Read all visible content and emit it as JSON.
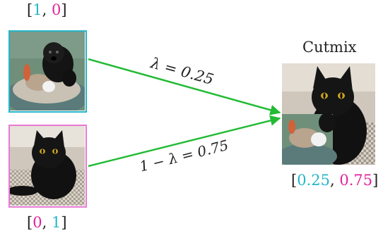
{
  "top_label": {
    "open": "[",
    "a": "1",
    "sep": ", ",
    "b": "0",
    "close": "]"
  },
  "bottom_label": {
    "open": "[",
    "a": "0",
    "sep": ", ",
    "b": "1",
    "close": "]"
  },
  "result_title": "Cutmix",
  "result_label": {
    "open": "[",
    "a": "0.25",
    "sep": ", ",
    "b": "0.75",
    "close": "]"
  },
  "arrow_top_label": "λ = 0.25",
  "arrow_bottom_label": "1 − λ = 0.75",
  "colors": {
    "cyan": "#25b6c8",
    "magenta": "#e0249a",
    "arrow": "#22bb33"
  },
  "images": {
    "dog": "photo of a black poodle puppy with a stuffed toy on a grey pet bed",
    "cat": "photo of a black cat lying on a checkered blanket",
    "mix": "cat photo with a dog-photo patch pasted in the lower-left region"
  }
}
